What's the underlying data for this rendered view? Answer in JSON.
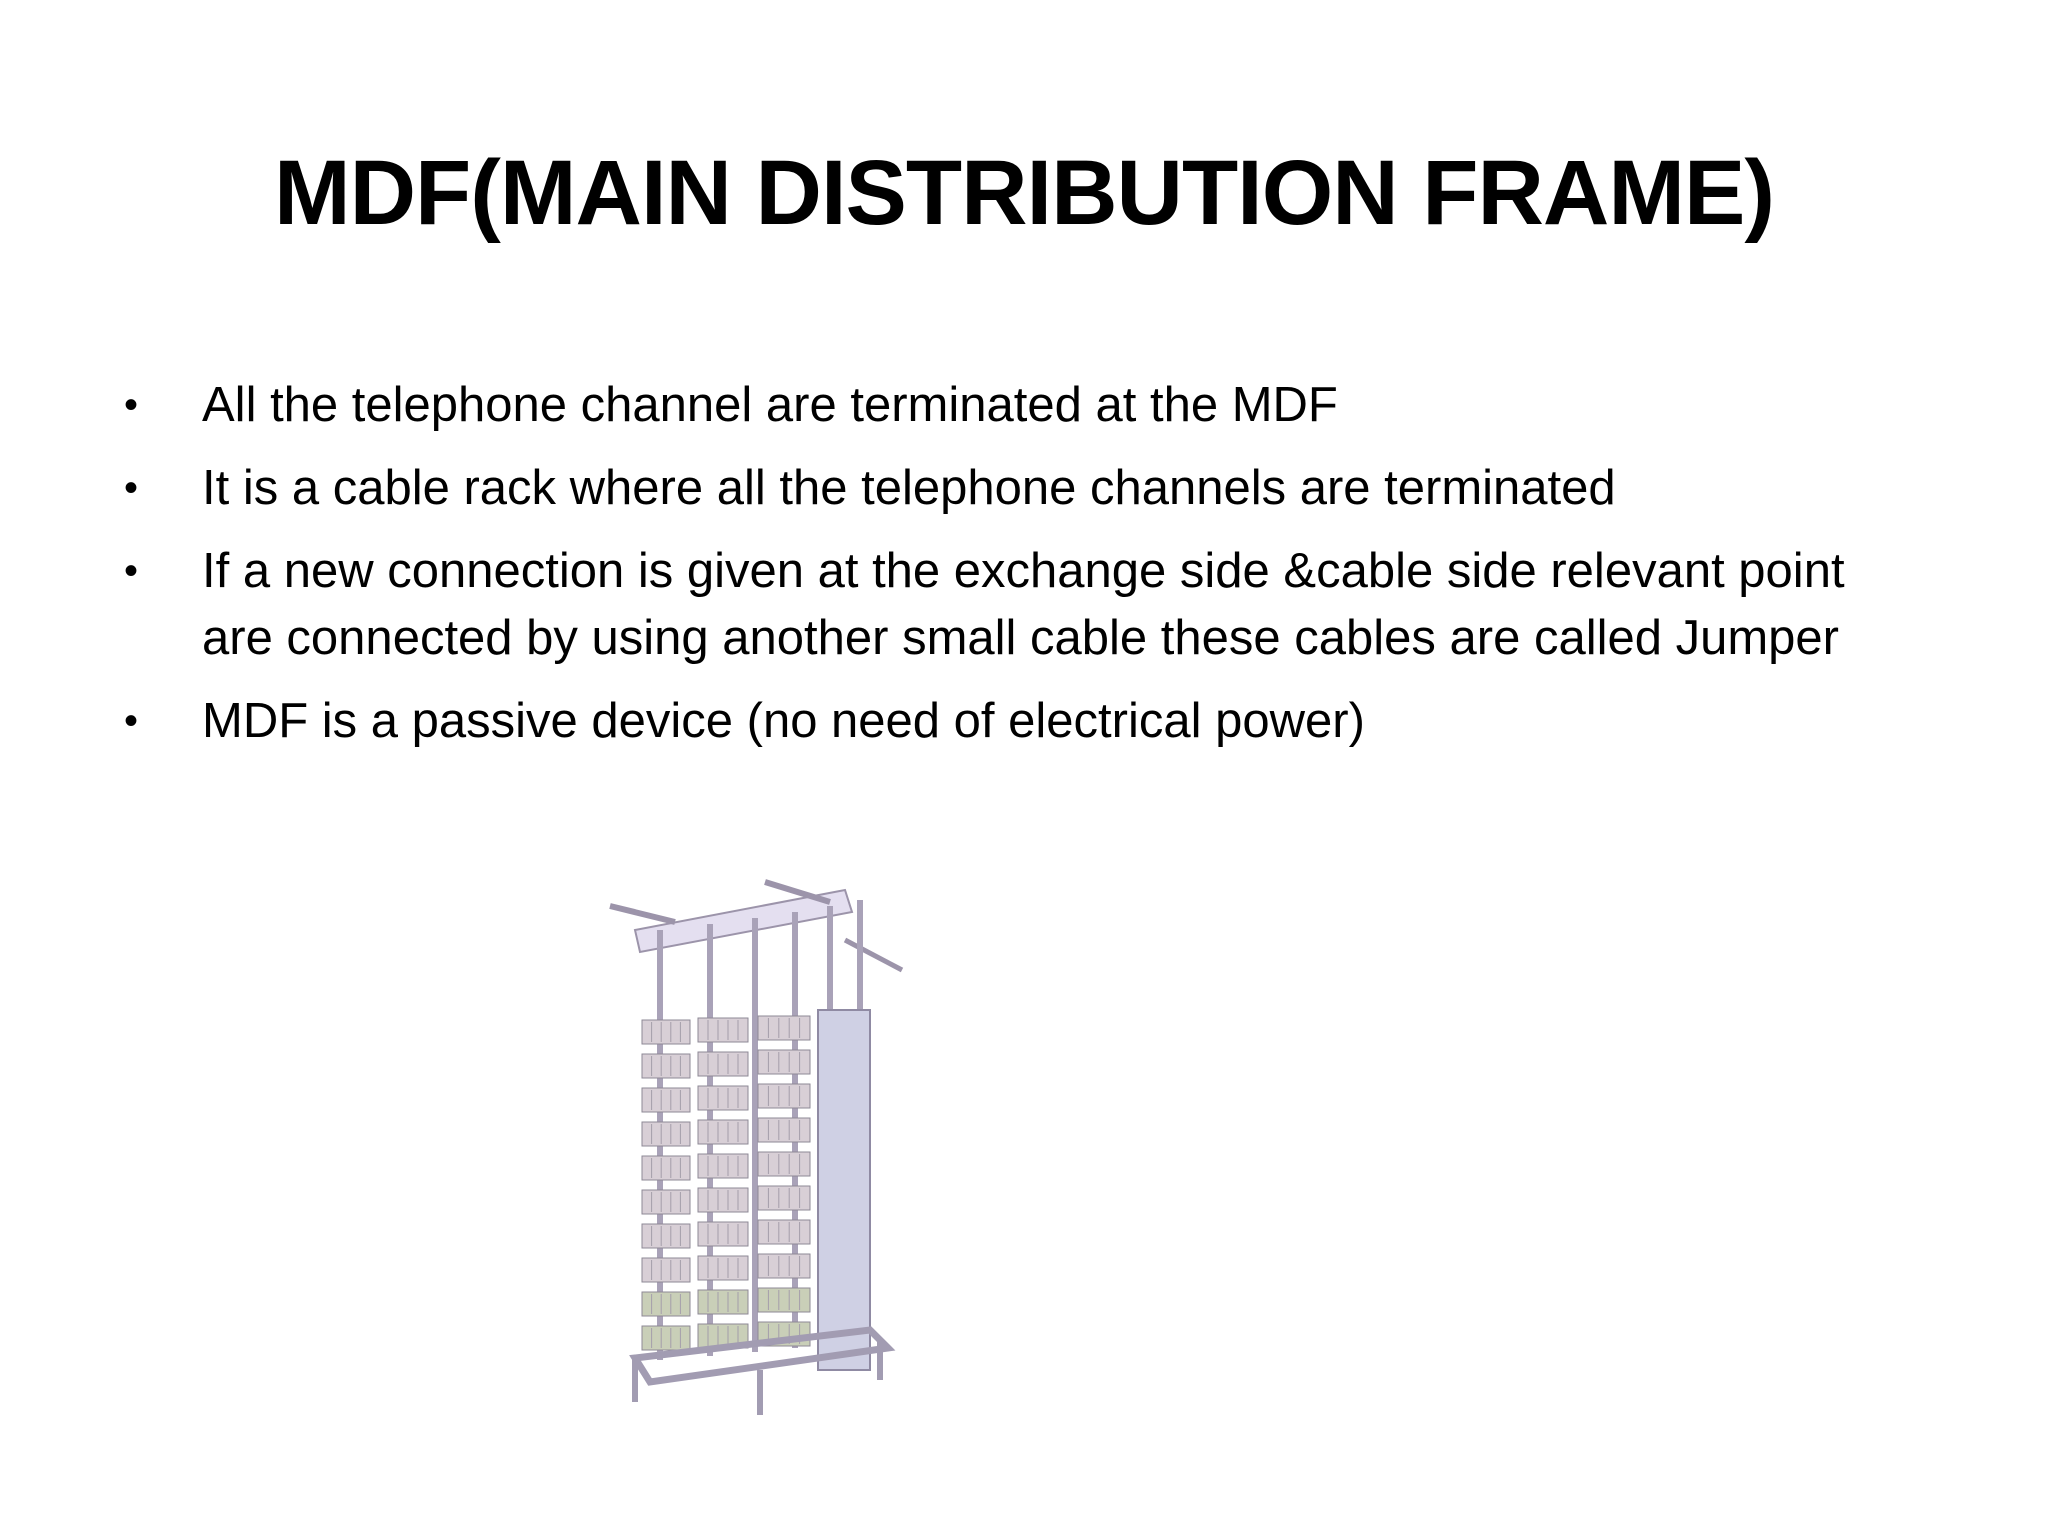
{
  "slide": {
    "title": "MDF(MAIN DISTRIBUTION FRAME)",
    "bullets": [
      "All the telephone channel are terminated at the MDF",
      "It is a cable rack where all the telephone channels are terminated",
      "If a new connection is given at the exchange side &cable side relevant point are connected by using another small cable these cables are called Jumper",
      "MDF is a passive device (no need of electrical power)"
    ],
    "bullet_glyph": "•",
    "image_icon": "mdf-rack-illustration"
  },
  "colors": {
    "text": "#000000",
    "background": "#ffffff",
    "frame": "#b8b0c4",
    "block": "#d8cfd6",
    "block_alt": "#c9cfb8"
  }
}
